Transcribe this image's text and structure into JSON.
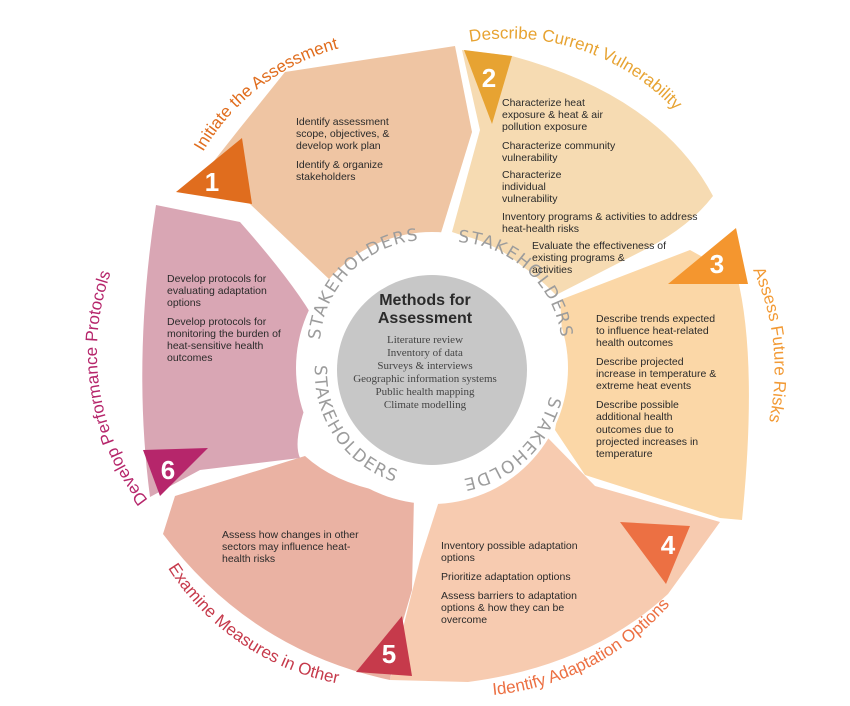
{
  "center": {
    "title_line1": "Methods for",
    "title_line2": "Assessment",
    "methods": [
      "Literature review",
      "Inventory of data",
      "Surveys & interviews",
      "Geographic information systems",
      "Public health mapping",
      "Climate modelling"
    ]
  },
  "ring_label": "STAKEHOLDERS",
  "colors": {
    "seg1": "#efc5a3",
    "seg2": "#f6dbb2",
    "seg3": "#fbd7a7",
    "seg4": "#f7cbb0",
    "seg5": "#eab2a3",
    "seg6": "#d9a6b4",
    "tri1": "#e06d1e",
    "tri2": "#e7a332",
    "tri3": "#f4962f",
    "tri4": "#ec7043",
    "tri5": "#c63a4b",
    "tri6": "#b6266b",
    "title1": "#e06d1e",
    "title2": "#e7a332",
    "title3": "#f29a35",
    "title4": "#ec7043",
    "title5": "#c63a4b",
    "title6": "#b6266b"
  },
  "segments": [
    {
      "number": "1",
      "title": "Initiate the Assessment",
      "items": [
        "Identify assessment scope, objectives, & develop work plan",
        "Identify & organize stakeholders"
      ]
    },
    {
      "number": "2",
      "title": "Describe Current Vulnerability",
      "items": [
        "Characterize heat exposure & heat & air pollution exposure",
        "Characterize community vulnerability",
        "Characterize individual vulnerability",
        "Inventory programs & activities to address heat-health risks",
        "Evaluate the effectiveness of existing programs & activities"
      ]
    },
    {
      "number": "3",
      "title": "Assess Future Risks",
      "items": [
        "Describe trends expected to influence heat-related health outcomes",
        "Describe projected increase in temperature & extreme heat events",
        "Describe possible additional health outcomes due to projected increases in temperature"
      ]
    },
    {
      "number": "4",
      "title": "Identify Adaptation Options",
      "items": [
        "Inventory possible adaptation options",
        "Prioritize adaptation options",
        "Assess barriers to adaptation options & how they can be overcome"
      ]
    },
    {
      "number": "5",
      "title": "Examine Measures in Other",
      "items": [
        "Assess how changes in other sectors may influence heat-health risks"
      ]
    },
    {
      "number": "6",
      "title": "Develop Performance Protocols",
      "items": [
        "Develop protocols for evaluating adaptation options",
        "Develop protocols for monitoring the burden of heat-sensitive health outcomes"
      ]
    }
  ]
}
